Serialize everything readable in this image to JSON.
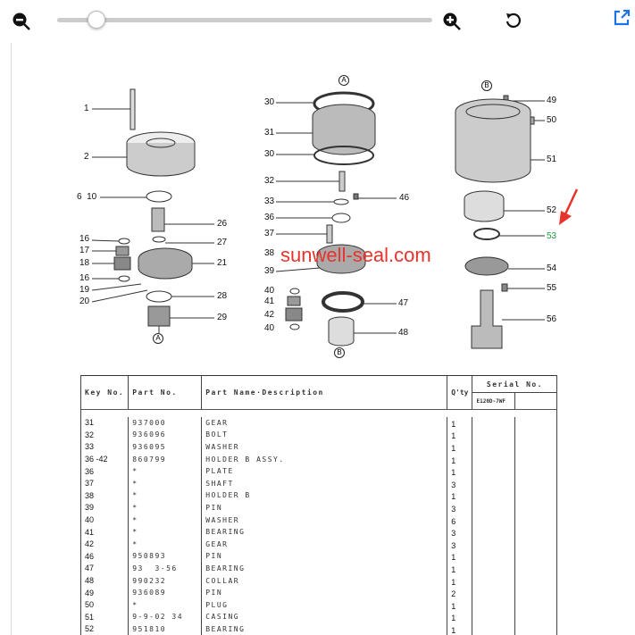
{
  "toolbar": {
    "zoom_level": 0.08,
    "icons": [
      "zoom-out-icon",
      "zoom-in-icon",
      "rotate-icon",
      "open-external-icon"
    ]
  },
  "diagram": {
    "watermark": "sunwell-seal.com",
    "highlight_color": "#1a9a3a",
    "arrow_color": "#e8322c",
    "left": {
      "c1": "1",
      "c2": "2",
      "c6_10": "6  10",
      "c26": "26",
      "c16a": "16",
      "c27": "27",
      "c17": "17",
      "c18": "18",
      "c21": "21",
      "c16b": "16",
      "c19": "19",
      "c28": "28",
      "c20": "20",
      "c29": "29",
      "ref": "A"
    },
    "middle": {
      "ref_top": "A",
      "c30a": "30",
      "c31": "31",
      "c30b": "30",
      "c32": "32",
      "c33": "33",
      "c46": "46",
      "c36": "36",
      "c37": "37",
      "c38": "38",
      "c39": "39",
      "c40a": "40",
      "c47": "47",
      "c41": "41",
      "c42": "42",
      "c40b": "40",
      "c48": "48",
      "ref_bottom": "B"
    },
    "right": {
      "ref_top": "B",
      "c49": "49",
      "c50": "50",
      "c51": "51",
      "c52": "52",
      "c53": "53",
      "c54": "54",
      "c55": "55",
      "c56": "56"
    }
  },
  "table": {
    "headers": {
      "key": "Key No.",
      "part": "Part No.",
      "desc": "Part Name·Description",
      "qty": "Q'ty",
      "serial": "Serial No.",
      "serial_sub": "E120D-7WF"
    },
    "rows": [
      {
        "key": "31",
        "part": "937000",
        "desc": "GEAR",
        "qty": "1"
      },
      {
        "key": "32",
        "part": "936096",
        "desc": "BOLT",
        "qty": "1"
      },
      {
        "key": "33",
        "part": "936095",
        "desc": "WASHER",
        "qty": "1"
      },
      {
        "key": "36 -42",
        "part": "860799",
        "desc": "HOLDER B ASSY.",
        "qty": "1"
      },
      {
        "key": "36",
        "part": "*",
        "desc": "PLATE",
        "qty": "1"
      },
      {
        "key": "37",
        "part": "*",
        "desc": "SHAFT",
        "qty": "3"
      },
      {
        "key": "38",
        "part": "*",
        "desc": "HOLDER B",
        "qty": "1"
      },
      {
        "key": "39",
        "part": "*",
        "desc": "PIN",
        "qty": "3"
      },
      {
        "key": "40",
        "part": "*",
        "desc": "WASHER",
        "qty": "6"
      },
      {
        "key": "41",
        "part": "*",
        "desc": "BEARING",
        "qty": "3"
      },
      {
        "key": "42",
        "part": "*",
        "desc": "GEAR",
        "qty": "3"
      },
      {
        "key": "46",
        "part": "950893",
        "desc": "PIN",
        "qty": "1"
      },
      {
        "key": "47",
        "part": "93  3-56",
        "desc": "BEARING",
        "qty": "1"
      },
      {
        "key": "48",
        "part": "990232",
        "desc": "COLLAR",
        "qty": "1"
      },
      {
        "key": "49",
        "part": "936089",
        "desc": "PIN",
        "qty": "2"
      },
      {
        "key": "50",
        "part": "*",
        "desc": "PLUG",
        "qty": "1"
      },
      {
        "key": "51",
        "part": "9-9-02 34",
        "desc": "CASING",
        "qty": "1"
      },
      {
        "key": "52",
        "part": "951810",
        "desc": "BEARING",
        "qty": "1"
      }
    ]
  }
}
